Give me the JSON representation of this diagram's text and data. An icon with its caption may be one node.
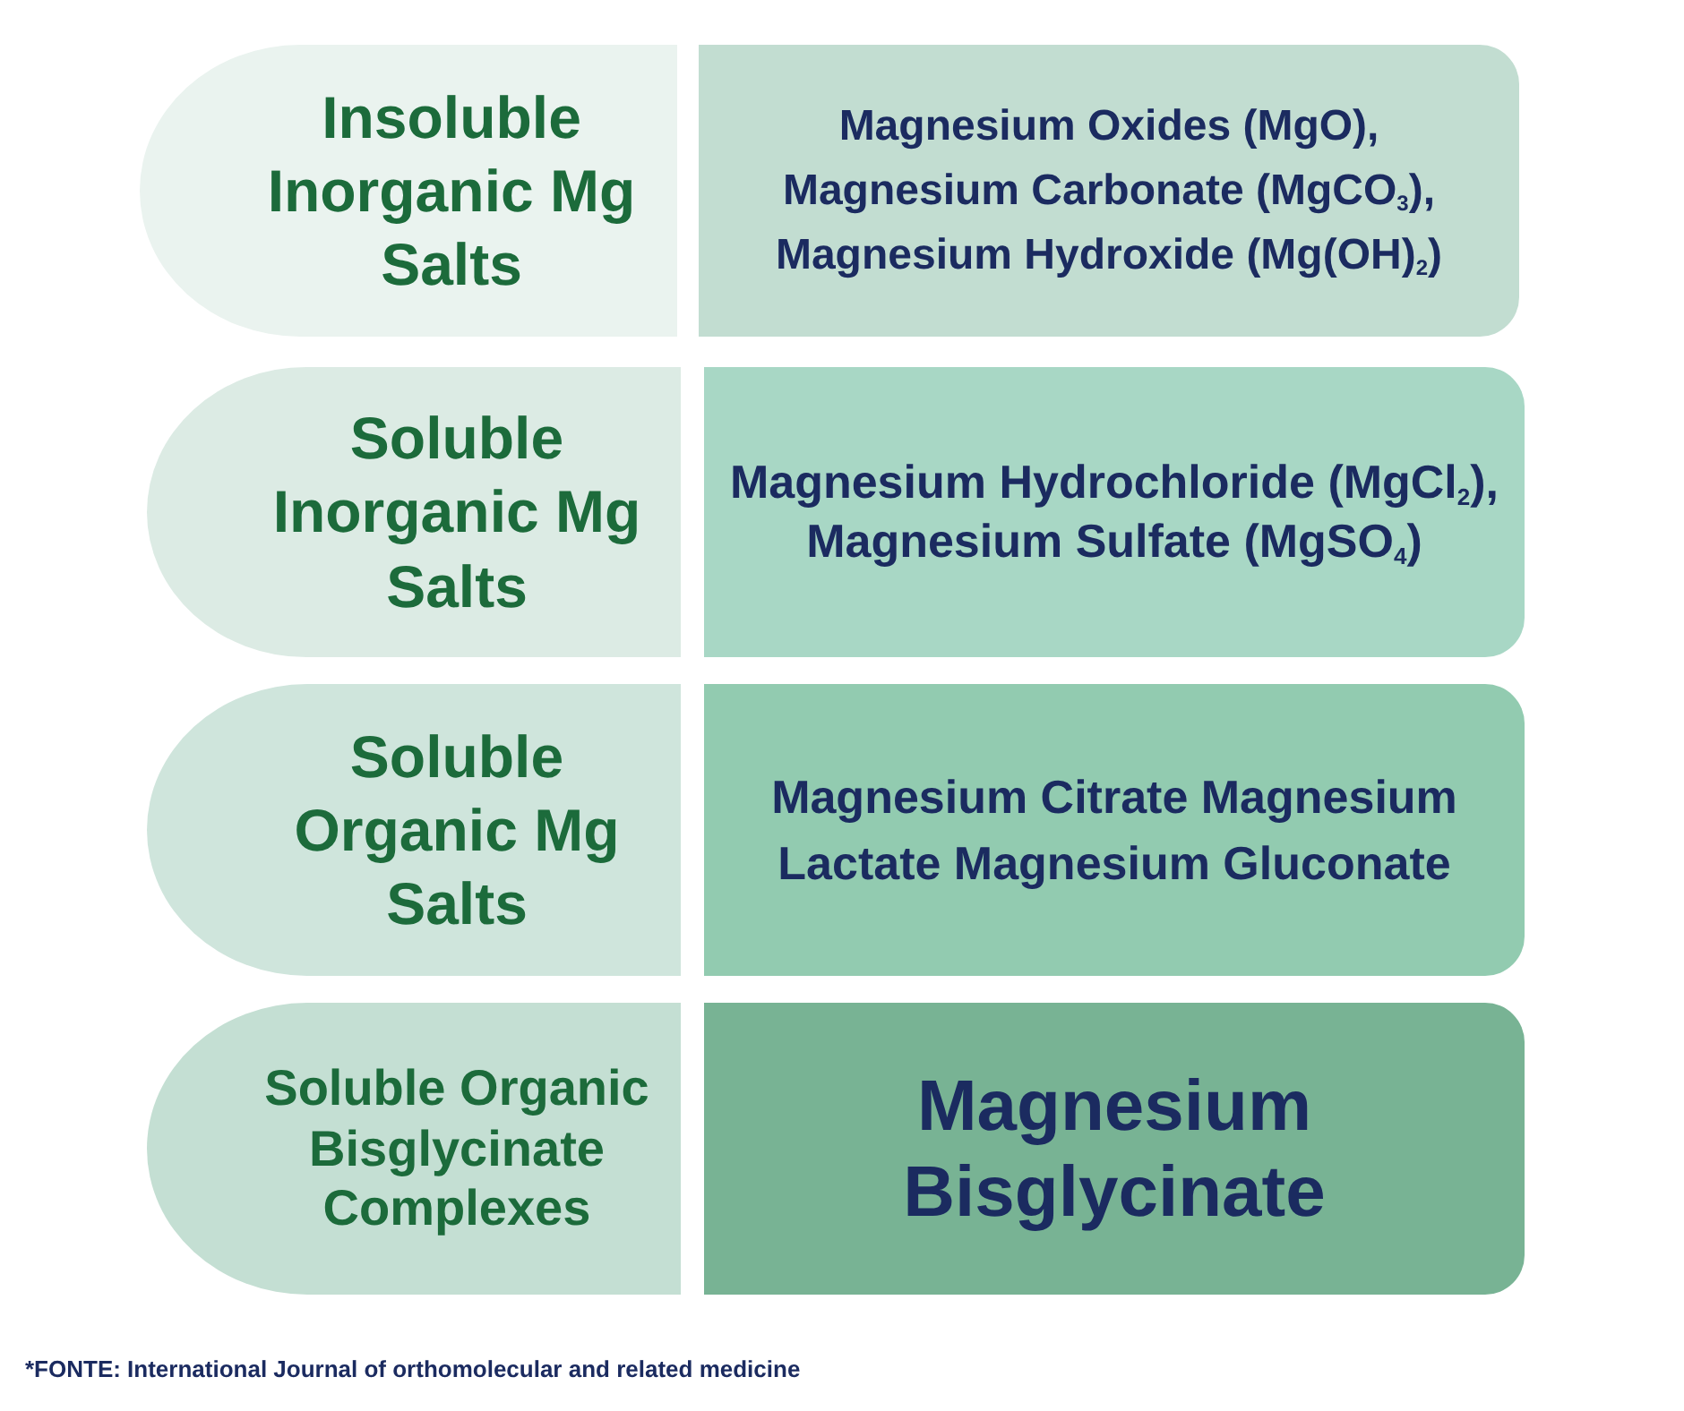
{
  "diagram": {
    "caption": "*FONTE: International Journal of orthomolecular and related medicine",
    "nodes": [
      {
        "text": [
          "Insoluble Inorganic Mg Salts"
        ]
      },
      {
        "text": [
          "Magnesium Oxides (MgO), Magnesium Carbonate (MgCO$_{3}$), Magnesium Hydroxide (Mg(OH)$_{2}$)"
        ]
      },
      {
        "text": [
          "Soluble Inorganic Mg Salts"
        ]
      },
      {
        "text": [
          "Magnesium Hydrochloride (MgCl$_{2}$), Magnesium Sulfate (MgSO$_{4}$)"
        ]
      },
      {
        "text": [
          "Soluble Organic Mg Salts"
        ]
      },
      {
        "text": [
          "Magnesium Citrate Magnesium Lactate Magnesium Gluconate"
        ]
      },
      {
        "text": [
          "Soluble Organic Bisglycinate Complexes"
        ]
      },
      {
        "text": [
          "Magnesium Bisglycinate"
        ]
      }
    ]
  }
}
